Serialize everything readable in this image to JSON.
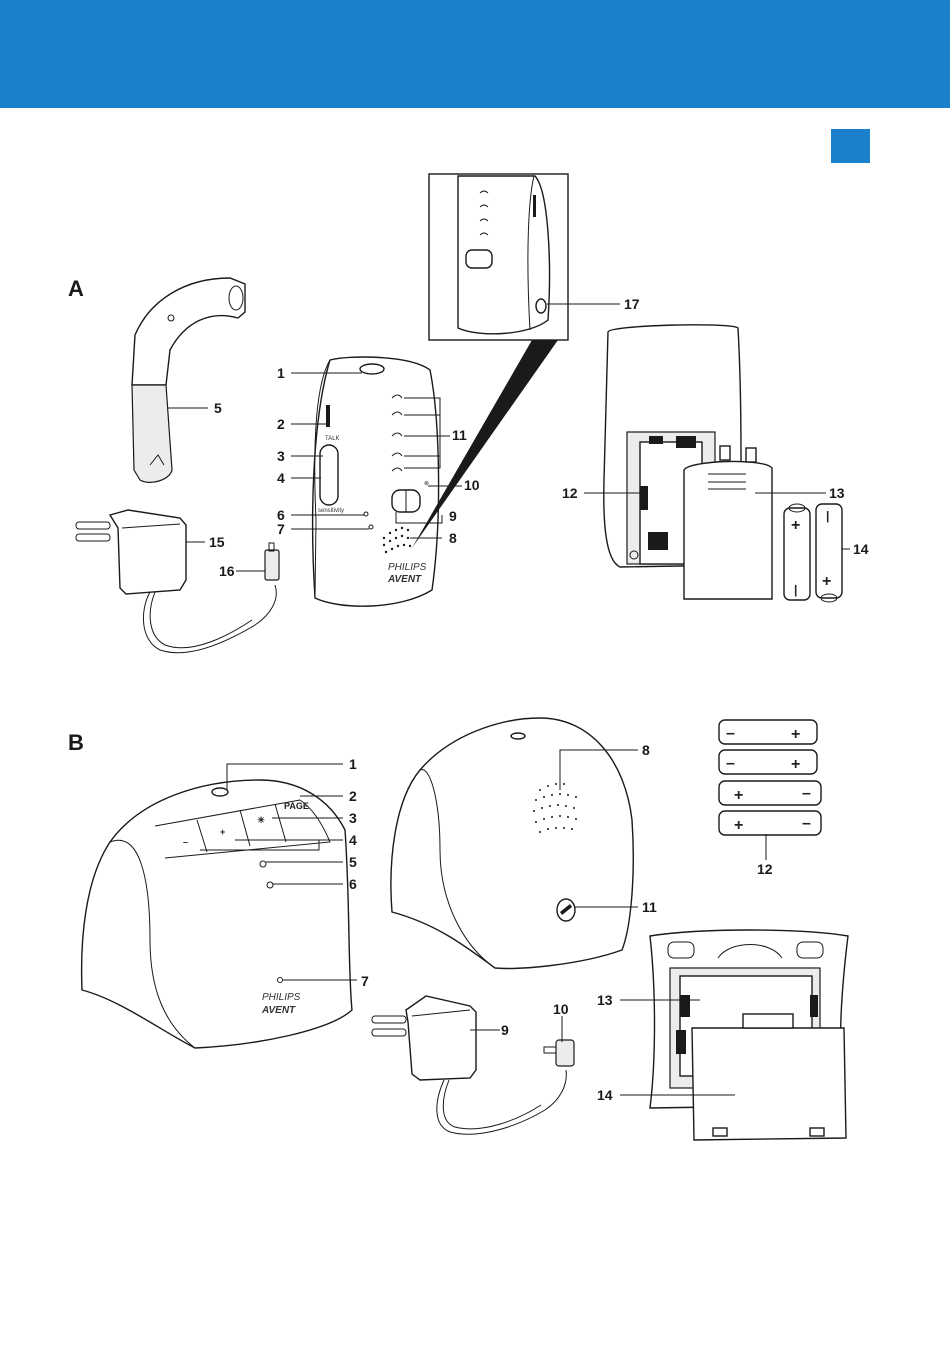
{
  "page": {
    "accent_color": "#1a80cc",
    "section_a_letter": "A",
    "section_b_letter": "B"
  },
  "section_a": {
    "callouts": [
      "1",
      "2",
      "3",
      "4",
      "5",
      "6",
      "7",
      "8",
      "9",
      "10",
      "11",
      "12",
      "13",
      "14",
      "15",
      "16",
      "17"
    ],
    "unit_brand_top": "PHILIPS",
    "unit_brand_bottom": "AVENT",
    "talk_label": "TALK",
    "sensitivity_label": "sensitivity"
  },
  "section_b": {
    "callouts": [
      "1",
      "2",
      "3",
      "4",
      "5",
      "6",
      "7",
      "8",
      "9",
      "10",
      "11",
      "12",
      "13",
      "14"
    ],
    "page_key": "PAGE",
    "minus_key": "–",
    "plus_key": "+",
    "unit_brand_top": "PHILIPS",
    "unit_brand_bottom": "AVENT"
  }
}
